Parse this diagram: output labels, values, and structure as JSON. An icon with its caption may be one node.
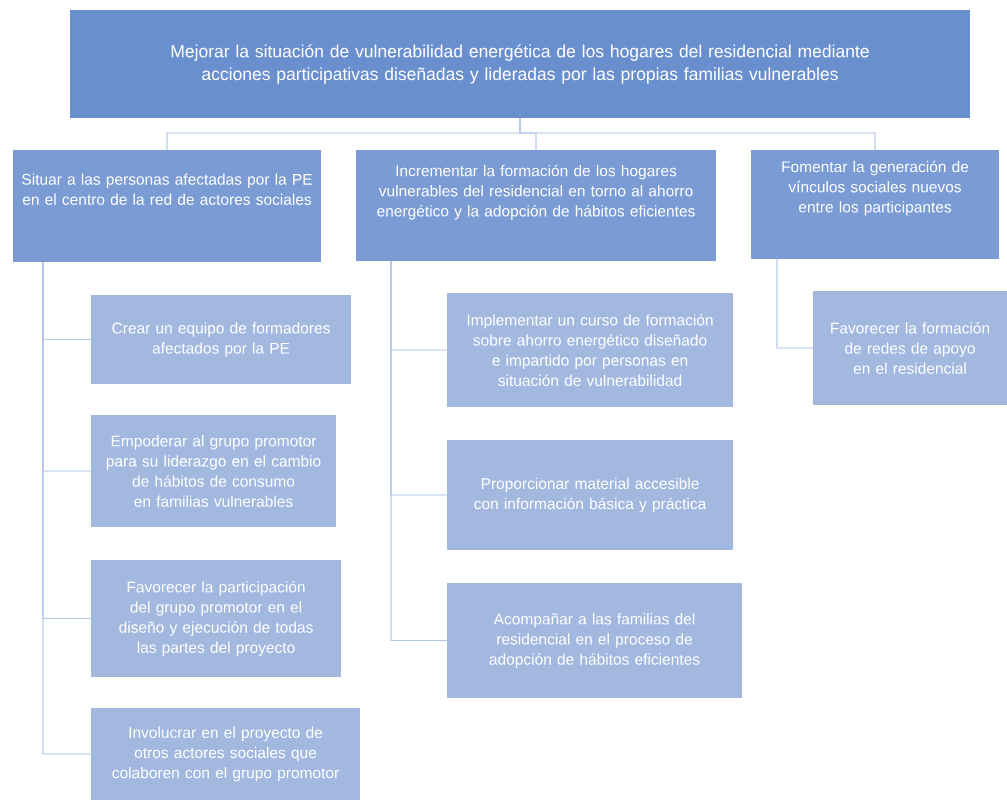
{
  "diagram": {
    "nodes": [
      {
        "text": [
          "Mejorar la situación de vulnerabilidad energética de los hogares del residencial mediante acciones participativas diseñadas y lideradas por las propias familias vulnerables"
        ]
      },
      {
        "text": [
          "Situar a las personas afectadas por la PE en el centro de la red de actores sociales"
        ]
      },
      {
        "text": [
          "Incrementar la formación de los hogares vulnerables del residencial en torno al ahorro energético y la adopción de hábitos eficientes"
        ]
      },
      {
        "text": [
          "Fomentar la generación de vínculos sociales nuevos entre los participantes"
        ]
      },
      {
        "text": [
          "Crear un equipo de formadores afectados por la PE"
        ]
      },
      {
        "text": [
          "Empoderar al grupo promotor para su liderazgo en el cambio de hábitos de consumo en familias vulnerables"
        ]
      },
      {
        "text": [
          "Favorecer la participación del grupo promotor en el diseño y ejecución de todas las partes del proyecto"
        ]
      },
      {
        "text": [
          "Involucrar en el proyecto de otros actores sociales que colaboren con el grupo promotor"
        ]
      },
      {
        "text": [
          "Implementar un curso de formación sobre ahorro energético diseñado e impartido por personas en situación de vulnerabilidad"
        ]
      },
      {
        "text": [
          "Proporcionar material accesible con información básica y práctica"
        ]
      },
      {
        "text": [
          "Acompañar a las familias del residencial en el proceso de adopción de hábitos eficientes"
        ]
      },
      {
        "text": [
          "Favorecer la formación de redes de apoyo en el residencial"
        ]
      }
    ],
    "edges": [
      {
        "from": 0,
        "to": 1,
        "arrow": "none"
      },
      {
        "from": 0,
        "to": 2,
        "arrow": "none"
      },
      {
        "from": 0,
        "to": 3,
        "arrow": "none"
      },
      {
        "from": 1,
        "to": 4,
        "arrow": "none"
      },
      {
        "from": 1,
        "to": 5,
        "arrow": "none"
      },
      {
        "from": 1,
        "to": 6,
        "arrow": "none"
      },
      {
        "from": 1,
        "to": 7,
        "arrow": "none"
      },
      {
        "from": 2,
        "to": 8,
        "arrow": "none"
      },
      {
        "from": 2,
        "to": 9,
        "arrow": "none"
      },
      {
        "from": 2,
        "to": 10,
        "arrow": "none"
      },
      {
        "from": 3,
        "to": 11,
        "arrow": "none"
      }
    ]
  }
}
